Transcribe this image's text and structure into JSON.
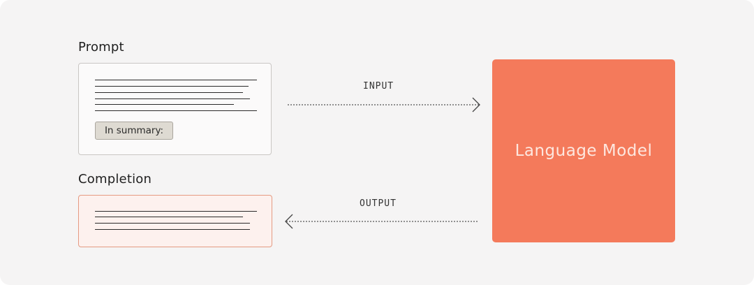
{
  "prompt": {
    "label": "Prompt",
    "tag": "In summary:"
  },
  "completion": {
    "label": "Completion"
  },
  "arrows": {
    "input_label": "INPUT",
    "output_label": "OUTPUT"
  },
  "model": {
    "title": "Language Model"
  },
  "colors": {
    "background": "#f5f4f4",
    "model_fill": "#f47a5b",
    "completion_fill": "#fdf1ee",
    "completion_border": "#e59a82",
    "tag_fill": "#dedad2"
  }
}
